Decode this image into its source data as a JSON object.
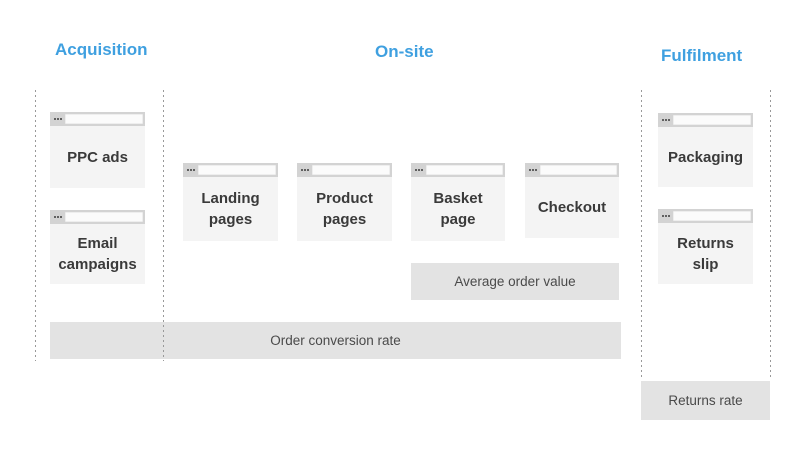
{
  "palette": {
    "accent_blue": "#3fa0e0",
    "card_bg": "#f4f4f4",
    "titlebar_bg": "#d3d3d3",
    "metric_bar_bg": "#e3e3e3",
    "label_text": "#3a3a3a",
    "metric_text": "#4a4a4a",
    "dashed_line": "#999999"
  },
  "sections": {
    "acquisition": {
      "header": "Acquisition",
      "cards": [
        {
          "label": "PPC ads"
        },
        {
          "label": "Email campaigns"
        }
      ]
    },
    "onsite": {
      "header": "On-site",
      "cards": [
        {
          "label": "Landing pages"
        },
        {
          "label": "Product pages"
        },
        {
          "label": "Basket page"
        },
        {
          "label": "Checkout"
        }
      ]
    },
    "fulfilment": {
      "header": "Fulfilment",
      "cards": [
        {
          "label": "Packaging"
        },
        {
          "label": "Returns slip"
        }
      ]
    }
  },
  "metrics": {
    "average_order_value": "Average order value",
    "order_conversion_rate": "Order conversion rate",
    "returns_rate": "Returns rate"
  }
}
